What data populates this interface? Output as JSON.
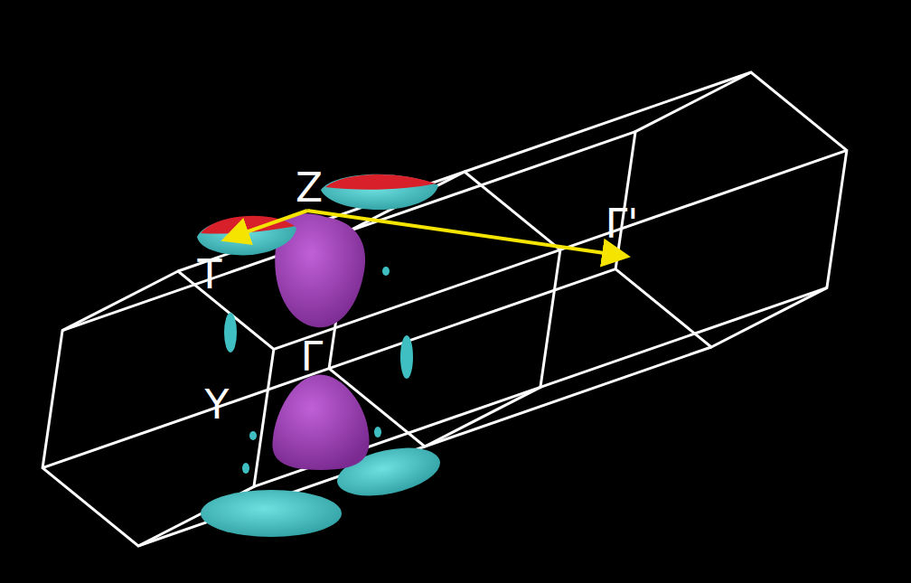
{
  "diagram": {
    "labels": [
      "Z",
      "T",
      "Y",
      "Γ",
      "Γ'"
    ]
  }
}
